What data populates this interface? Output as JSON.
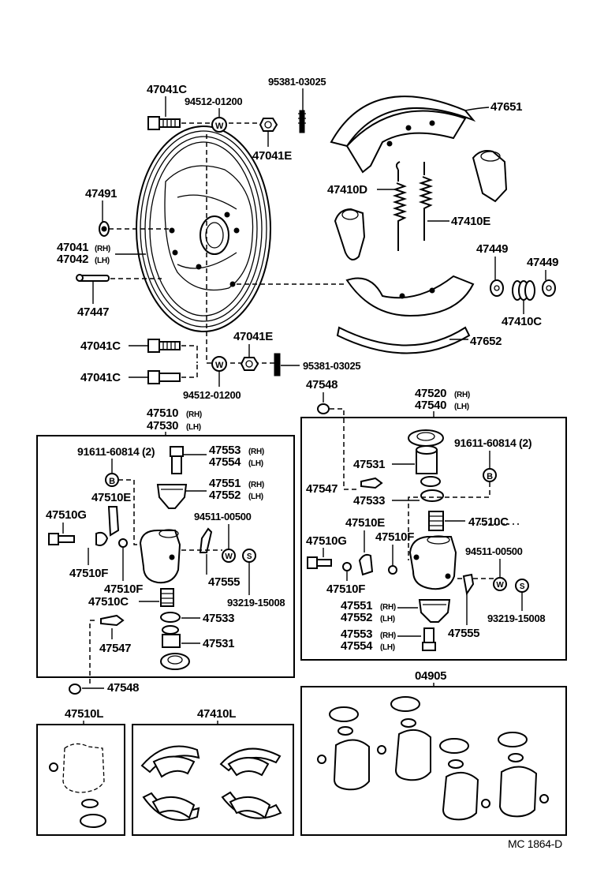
{
  "diagram_code": "MC 1864-D",
  "parts": {
    "bolt_top": "47041C",
    "washer_top": "94512-01200",
    "screw_top": "95381-03025",
    "nut_top": "47041E",
    "shoe_upper": "47651",
    "spring_d": "47410D",
    "spring_e": "47410E",
    "plug": "47491",
    "plate_rh": "47041",
    "plate_rh_tag": "(RH)",
    "plate_lh": "47042",
    "plate_lh_tag": "(LH)",
    "pin": "47447",
    "adjuster_left": "47449",
    "adjuster_right": "47449",
    "spring_c_top": "47410C",
    "shoe_lower": "47652",
    "bolt_mid": "47041C",
    "nut_bottom": "47041E",
    "screw_bottom": "95381-03025",
    "bolt_low": "47041C",
    "washer_bottom": "94512-01200",
    "cap_right_top": "47548",
    "cyl_right_rh": "47520",
    "cyl_right_rh_tag": "(RH)",
    "cyl_right_lh": "47540",
    "cyl_right_lh_tag": "(LH)",
    "cyl_left_rh": "47510",
    "cyl_left_rh_tag": "(RH)",
    "cyl_left_lh": "47530",
    "cyl_left_lh_tag": "(LH)"
  },
  "left_box": {
    "bolt_qty": "91611-60814 (2)",
    "b_tag": "B",
    "e": "47510E",
    "g": "47510G",
    "f1": "47510F",
    "f2": "47510F",
    "c": "47510C",
    "bleeder": "47547",
    "adj_rh": "47553",
    "adj_rh_tag": "(RH)",
    "adj_lh": "47554",
    "adj_lh_tag": "(LH)",
    "wheel_rh": "47551",
    "wheel_rh_tag": "(RH)",
    "wheel_lh": "47552",
    "wheel_lh_tag": "(LH)",
    "washer": "94511-00500",
    "w_tag": "W",
    "s_tag": "S",
    "lever": "47555",
    "screw": "93219-15008",
    "cup": "47533",
    "piston": "47531"
  },
  "below_left": {
    "cap": "47548"
  },
  "right_box": {
    "bleeder": "47547",
    "piston": "47531",
    "cup": "47533",
    "bolt_qty": "91611-60814 (2)",
    "b_tag": "B",
    "c": "47510C",
    "e": "47510E",
    "g": "47510G",
    "f1": "47510F",
    "f2": "47510F",
    "washer": "94511-00500",
    "w_tag": "W",
    "s_tag": "S",
    "wheel_rh": "47551",
    "wheel_rh_tag": "(RH)",
    "wheel_lh": "47552",
    "wheel_lh_tag": "(LH)",
    "lever": "47555",
    "screw": "93219-15008",
    "adj_rh": "47553",
    "adj_rh_tag": "(RH)",
    "adj_lh": "47554",
    "adj_lh_tag": "(LH)"
  },
  "kits": {
    "cyl_kit": "47510L",
    "shoe_kit": "47410L",
    "seal_kit": "04905"
  },
  "washer_marks": {
    "w": "W"
  }
}
